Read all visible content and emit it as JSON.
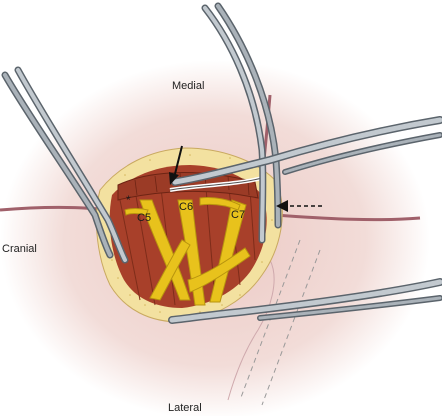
{
  "labels": {
    "medial": "Medial",
    "cranial": "Cranial",
    "lateral": "Lateral",
    "asterisk": "*"
  },
  "roots": [
    "C5",
    "C6",
    "C7"
  ],
  "colors": {
    "skin": "#f2dcd8",
    "skin_outer": "#f6e9e7",
    "fat": "#f3e1a0",
    "muscle": "#a8402a",
    "muscle_dark": "#7e2c1a",
    "nerve": "#e8c21c",
    "nerve_edge": "#b8940e",
    "instrument": "#9aa3ab",
    "instrument_dark": "#5b646c",
    "skin_line": "#b7828a"
  }
}
